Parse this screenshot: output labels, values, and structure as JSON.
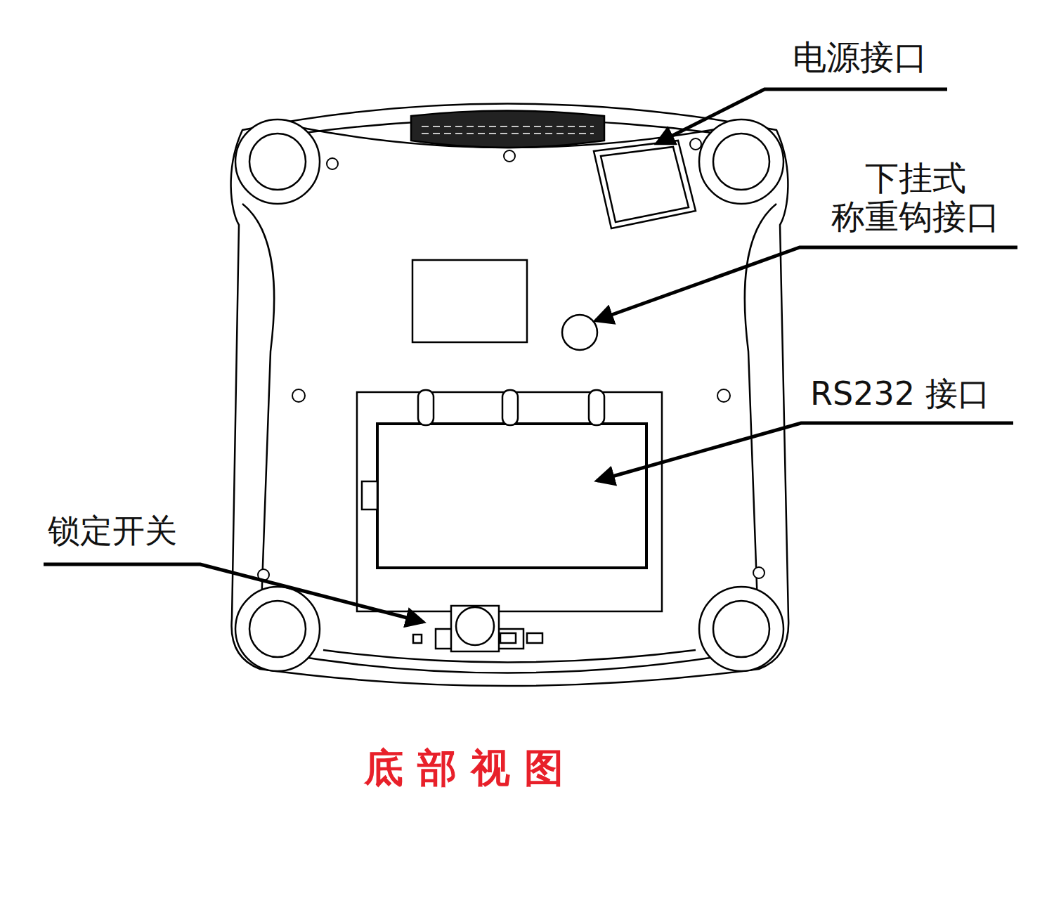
{
  "diagram": {
    "caption": "底部视图",
    "labels": [
      "电源接口",
      "下挂式 称重钩接口",
      "RS232 接口",
      "锁定开关"
    ]
  }
}
